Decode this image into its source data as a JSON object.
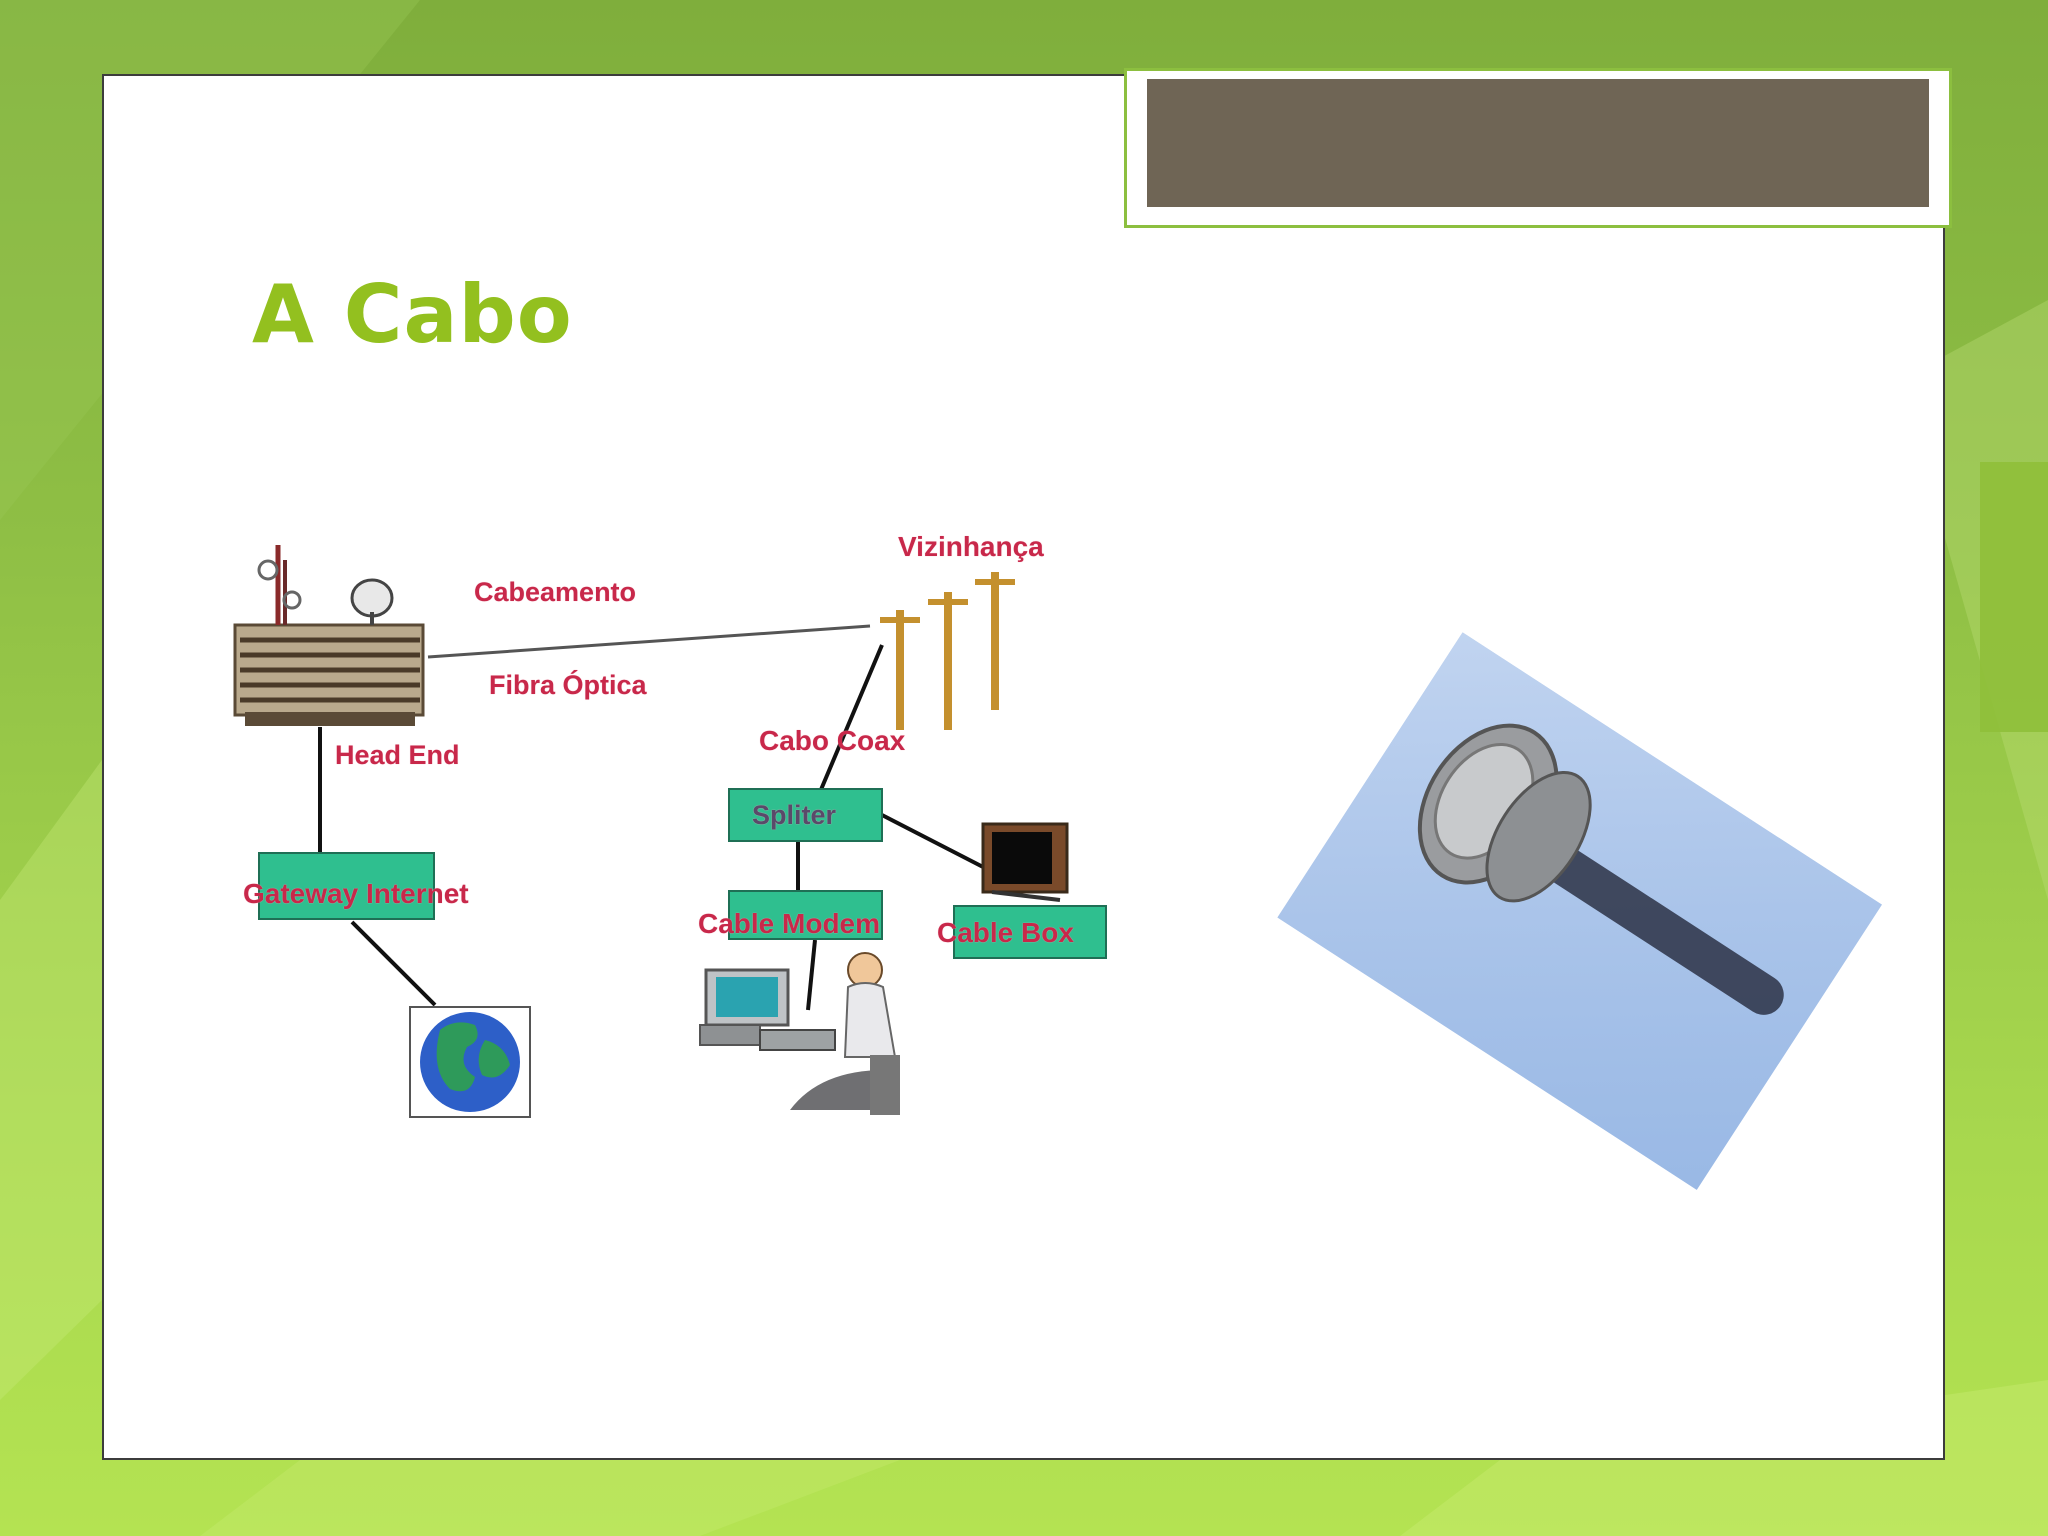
{
  "slide": {
    "title": "A Cabo"
  },
  "diagram": {
    "labels": {
      "cabeamento": "Cabeamento",
      "fibra_optica": "Fibra Óptica",
      "head_end": "Head End",
      "vizinhanca": "Vizinhança",
      "cabo_coax": "Cabo Coax",
      "spliter": "Spliter",
      "gateway_internet": "Gateway Internet",
      "cable_modem": "Cable Modem",
      "cable_box": "Cable Box"
    }
  },
  "colors": {
    "title": "#93c01f",
    "diagram_label": "#c8284a",
    "box_fill": "#2fbf8f",
    "background": "#8fbf45"
  }
}
